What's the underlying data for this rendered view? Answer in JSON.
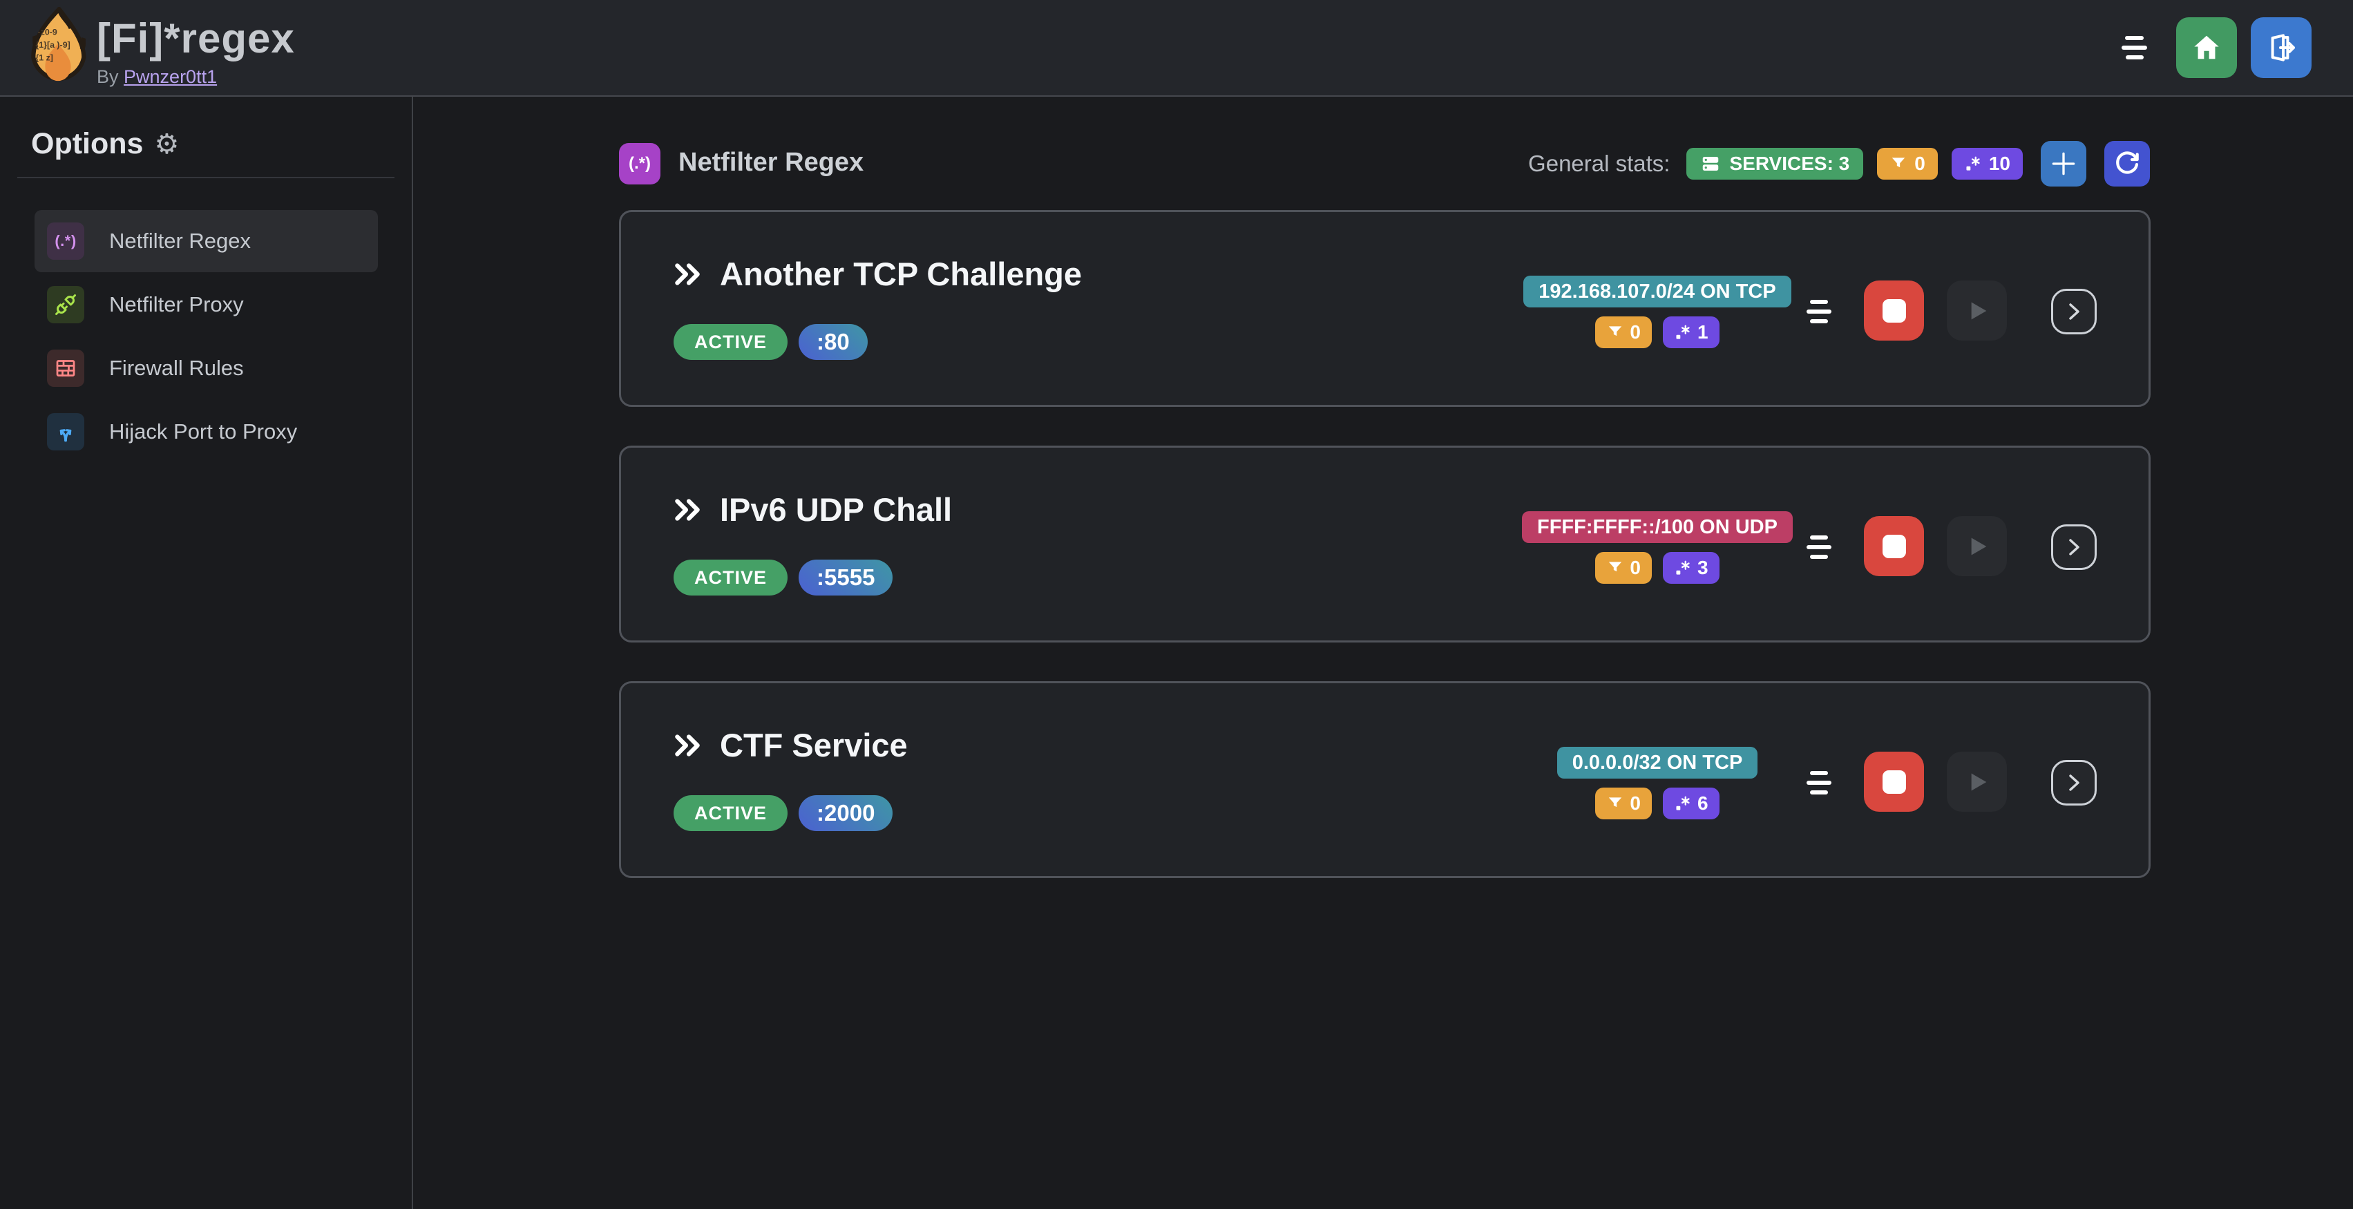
{
  "topbar": {
    "title": "[Fi]*regex",
    "byline_prefix": "By",
    "byline_link": "Pwnzer0tt1"
  },
  "sidebar": {
    "heading": "Options",
    "gear_glyph": "⚙",
    "items": [
      {
        "label": "Netfilter Regex",
        "icon": "regex-icon",
        "icon_glyph": "(.*)",
        "active": true
      },
      {
        "label": "Netfilter Proxy",
        "icon": "plug-icon",
        "active": false
      },
      {
        "label": "Firewall Rules",
        "icon": "wall-icon",
        "active": false
      },
      {
        "label": "Hijack Port to Proxy",
        "icon": "split-arrows-icon",
        "active": false
      }
    ]
  },
  "main": {
    "header": {
      "icon_glyph": "(.*)",
      "title": "Netfilter Regex"
    },
    "stats": {
      "label": "General stats:",
      "services_badge": "SERVICES: 3",
      "filters_count": "0",
      "regex_count": "10"
    },
    "services": [
      {
        "title": "Another TCP Challenge",
        "status": "ACTIVE",
        "port": ":80",
        "cidr": "192.168.107.0/24 ON TCP",
        "cidr_class": "net-badge teal",
        "filters_count": "0",
        "regex_count": "1"
      },
      {
        "title": "IPv6 UDP Chall",
        "status": "ACTIVE",
        "port": ":5555",
        "cidr": "FFFF:FFFF::/100 ON UDP",
        "cidr_class": "net-badge pink",
        "filters_count": "0",
        "regex_count": "3"
      },
      {
        "title": "CTF Service",
        "status": "ACTIVE",
        "port": ":2000",
        "cidr": "0.0.0.0/32 ON TCP",
        "cidr_class": "net-badge teal",
        "filters_count": "0",
        "regex_count": "6"
      }
    ]
  },
  "colors": {
    "page_bg": "#1a1b1e",
    "topbar_bg": "#24262b",
    "card_bg": "#212327",
    "card_border": "#50535a",
    "green": "#45a066",
    "orange": "#e8a33b",
    "violet": "#6e4ae1",
    "teal": "#3f93a1",
    "pink": "#bc3e65",
    "red_stop": "#d9473e",
    "home_green": "#429a62",
    "logout_blue": "#3c79cf",
    "plus_blue": "#3a77c1",
    "refresh_indigo": "#4353d0",
    "grape": "#a642c7",
    "port_gradient_from": "#4b61d1",
    "port_gradient_to": "#3f96a5",
    "link_purple": "#b9a3ef"
  }
}
